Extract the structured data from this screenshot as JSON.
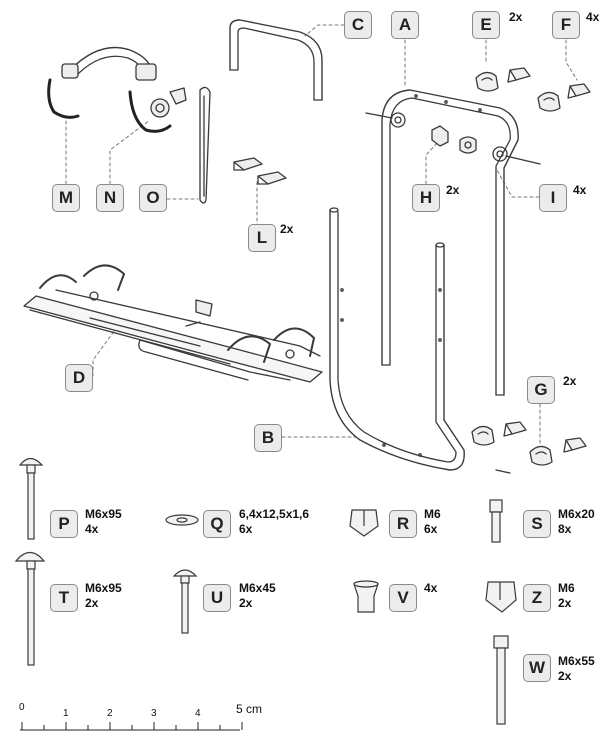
{
  "parts": {
    "A": {
      "code": "A"
    },
    "B": {
      "code": "B"
    },
    "C": {
      "code": "C"
    },
    "D": {
      "code": "D"
    },
    "E": {
      "code": "E",
      "qty": "2x"
    },
    "F": {
      "code": "F",
      "qty": "4x"
    },
    "G": {
      "code": "G",
      "qty": "2x"
    },
    "H": {
      "code": "H",
      "qty": "2x"
    },
    "I": {
      "code": "I",
      "qty": "4x"
    },
    "L": {
      "code": "L",
      "qty": "2x"
    },
    "M": {
      "code": "M"
    },
    "N": {
      "code": "N"
    },
    "O": {
      "code": "O"
    }
  },
  "hardware": {
    "P": {
      "code": "P",
      "spec": "M6x95",
      "qty": "4x"
    },
    "Q": {
      "code": "Q",
      "spec": "6,4x12,5x1,6",
      "qty": "6x"
    },
    "R": {
      "code": "R",
      "spec": "M6",
      "qty": "6x"
    },
    "S": {
      "code": "S",
      "spec": "M6x20",
      "qty": "8x"
    },
    "T": {
      "code": "T",
      "spec": "M6x95",
      "qty": "2x"
    },
    "U": {
      "code": "U",
      "spec": "M6x45",
      "qty": "2x"
    },
    "V": {
      "code": "V",
      "qty": "4x"
    },
    "Z": {
      "code": "Z",
      "spec": "M6",
      "qty": "2x"
    },
    "W": {
      "code": "W",
      "spec": "M6x55",
      "qty": "2x"
    }
  },
  "scale": {
    "ticks": [
      "0",
      "1",
      "2",
      "3",
      "4"
    ],
    "end_label": "5 cm"
  },
  "colors": {
    "line": "#3a3a3a",
    "tube_fill": "#f4f4f4",
    "label_fill": "#ececec",
    "label_border": "#8a8a8a",
    "leader": "#777777"
  }
}
